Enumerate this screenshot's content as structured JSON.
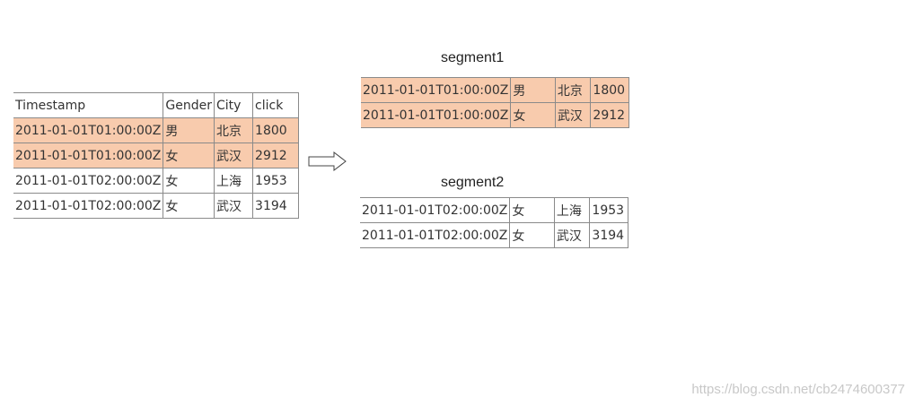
{
  "source_table": {
    "headers": [
      "Timestamp",
      "Gender",
      "City",
      "click"
    ],
    "rows": [
      [
        "2011-01-01T01:00:00Z",
        "男",
        "北京",
        "1800"
      ],
      [
        "2011-01-01T01:00:00Z",
        "女",
        "武汉",
        "2912"
      ],
      [
        "2011-01-01T02:00:00Z",
        "女",
        "上海",
        "1953"
      ],
      [
        "2011-01-01T02:00:00Z",
        "女",
        "武汉",
        "3194"
      ]
    ],
    "highlight_color": "#f8cbad"
  },
  "arrow": {
    "icon": "right-arrow-icon"
  },
  "segment1": {
    "title": "segment1",
    "rows": [
      [
        "2011-01-01T01:00:00Z",
        "男",
        "北京",
        "1800"
      ],
      [
        "2011-01-01T01:00:00Z",
        "女",
        "武汉",
        "2912"
      ]
    ],
    "highlight_color": "#f8cbad"
  },
  "segment2": {
    "title": "segment2",
    "rows": [
      [
        "2011-01-01T02:00:00Z",
        "女",
        "上海",
        "1953"
      ],
      [
        "2011-01-01T02:00:00Z",
        "女",
        "武汉",
        "3194"
      ]
    ]
  },
  "watermark": "https://blog.csdn.net/cb2474600377"
}
